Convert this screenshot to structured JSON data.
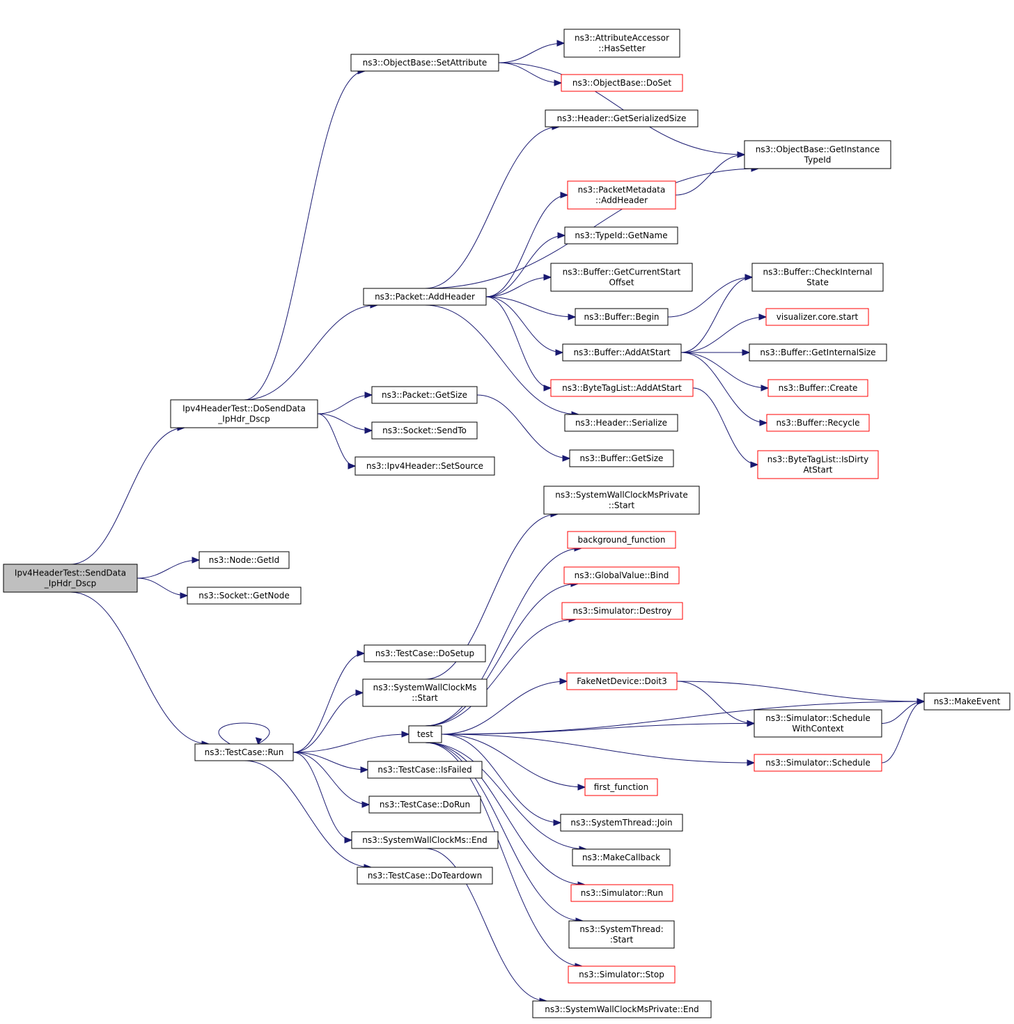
{
  "colors": {
    "edge": "#191970",
    "box": "#000000",
    "box_highlight": "#ff0000",
    "root_fill": "#bfbfbf"
  },
  "nodes": [
    {
      "id": "root",
      "lines": [
        "Ipv4HeaderTest::SendData",
        "_IpHdr_Dscp"
      ],
      "style": "root"
    },
    {
      "id": "dosend",
      "lines": [
        "Ipv4HeaderTest::DoSendData",
        "_IpHdr_Dscp"
      ],
      "style": "normal"
    },
    {
      "id": "getid",
      "lines": [
        "ns3::Node::GetId"
      ],
      "style": "normal"
    },
    {
      "id": "getnode",
      "lines": [
        "ns3::Socket::GetNode"
      ],
      "style": "normal"
    },
    {
      "id": "tcrun",
      "lines": [
        "ns3::TestCase::Run"
      ],
      "style": "normal"
    },
    {
      "id": "setattr",
      "lines": [
        "ns3::ObjectBase::SetAttribute"
      ],
      "style": "normal"
    },
    {
      "id": "pktadd",
      "lines": [
        "ns3::Packet::AddHeader"
      ],
      "style": "normal"
    },
    {
      "id": "pktsize",
      "lines": [
        "ns3::Packet::GetSize"
      ],
      "style": "normal"
    },
    {
      "id": "sendto",
      "lines": [
        "ns3::Socket::SendTo"
      ],
      "style": "normal"
    },
    {
      "id": "setsrc",
      "lines": [
        "ns3::Ipv4Header::SetSource"
      ],
      "style": "normal"
    },
    {
      "id": "dosetup",
      "lines": [
        "ns3::TestCase::DoSetup"
      ],
      "style": "normal"
    },
    {
      "id": "swcstart",
      "lines": [
        "ns3::SystemWallClockMs",
        "::Start"
      ],
      "style": "normal"
    },
    {
      "id": "test",
      "lines": [
        "test"
      ],
      "style": "normal"
    },
    {
      "id": "isfailed",
      "lines": [
        "ns3::TestCase::IsFailed"
      ],
      "style": "normal"
    },
    {
      "id": "dorun",
      "lines": [
        "ns3::TestCase::DoRun"
      ],
      "style": "normal"
    },
    {
      "id": "swcend",
      "lines": [
        "ns3::SystemWallClockMs::End"
      ],
      "style": "normal"
    },
    {
      "id": "doteardown",
      "lines": [
        "ns3::TestCase::DoTeardown"
      ],
      "style": "normal"
    },
    {
      "id": "hassetter",
      "lines": [
        "ns3::AttributeAccessor",
        "::HasSetter"
      ],
      "style": "normal"
    },
    {
      "id": "doset",
      "lines": [
        "ns3::ObjectBase::DoSet"
      ],
      "style": "red"
    },
    {
      "id": "hgetser",
      "lines": [
        "ns3::Header::GetSerializedSize"
      ],
      "style": "normal"
    },
    {
      "id": "getinst",
      "lines": [
        "ns3::ObjectBase::GetInstance",
        "TypeId"
      ],
      "style": "normal"
    },
    {
      "id": "pmadd",
      "lines": [
        "ns3::PacketMetadata",
        "::AddHeader"
      ],
      "style": "red"
    },
    {
      "id": "tidname",
      "lines": [
        "ns3::TypeId::GetName"
      ],
      "style": "normal"
    },
    {
      "id": "bufcso",
      "lines": [
        "ns3::Buffer::GetCurrentStart",
        "Offset"
      ],
      "style": "normal"
    },
    {
      "id": "bufchk",
      "lines": [
        "ns3::Buffer::CheckInternal",
        "State"
      ],
      "style": "normal"
    },
    {
      "id": "bufbegin",
      "lines": [
        "ns3::Buffer::Begin"
      ],
      "style": "normal"
    },
    {
      "id": "vizstart",
      "lines": [
        "visualizer.core.start"
      ],
      "style": "red"
    },
    {
      "id": "bufaas",
      "lines": [
        "ns3::Buffer::AddAtStart"
      ],
      "style": "normal"
    },
    {
      "id": "bufgis",
      "lines": [
        "ns3::Buffer::GetInternalSize"
      ],
      "style": "normal"
    },
    {
      "id": "btlaas",
      "lines": [
        "ns3::ByteTagList::AddAtStart"
      ],
      "style": "red"
    },
    {
      "id": "bufcreate",
      "lines": [
        "ns3::Buffer::Create"
      ],
      "style": "red"
    },
    {
      "id": "hser",
      "lines": [
        "ns3::Header::Serialize"
      ],
      "style": "normal"
    },
    {
      "id": "bufrecycle",
      "lines": [
        "ns3::Buffer::Recycle"
      ],
      "style": "red"
    },
    {
      "id": "bufgetsize",
      "lines": [
        "ns3::Buffer::GetSize"
      ],
      "style": "normal"
    },
    {
      "id": "btldirty",
      "lines": [
        "ns3::ByteTagList::IsDirty",
        "AtStart"
      ],
      "style": "red"
    },
    {
      "id": "swcpstart",
      "lines": [
        "ns3::SystemWallClockMsPrivate",
        "::Start"
      ],
      "style": "normal"
    },
    {
      "id": "bgfunc",
      "lines": [
        "background_function"
      ],
      "style": "red"
    },
    {
      "id": "gvbind",
      "lines": [
        "ns3::GlobalValue::Bind"
      ],
      "style": "red"
    },
    {
      "id": "simdestroy",
      "lines": [
        "ns3::Simulator::Destroy"
      ],
      "style": "red"
    },
    {
      "id": "fndoit3",
      "lines": [
        "FakeNetDevice::Doit3"
      ],
      "style": "red"
    },
    {
      "id": "makeevent",
      "lines": [
        "ns3::MakeEvent"
      ],
      "style": "normal"
    },
    {
      "id": "simschedctx",
      "lines": [
        "ns3::Simulator::Schedule",
        "WithContext"
      ],
      "style": "normal"
    },
    {
      "id": "simsched",
      "lines": [
        "ns3::Simulator::Schedule"
      ],
      "style": "red"
    },
    {
      "id": "firstfunc",
      "lines": [
        "first_function"
      ],
      "style": "red"
    },
    {
      "id": "stjoin",
      "lines": [
        "ns3::SystemThread::Join"
      ],
      "style": "normal"
    },
    {
      "id": "makecb",
      "lines": [
        "ns3::MakeCallback"
      ],
      "style": "normal"
    },
    {
      "id": "simrun",
      "lines": [
        "ns3::Simulator::Run"
      ],
      "style": "red"
    },
    {
      "id": "ststart",
      "lines": [
        "ns3::SystemThread:",
        ":Start"
      ],
      "style": "normal"
    },
    {
      "id": "simstop",
      "lines": [
        "ns3::Simulator::Stop"
      ],
      "style": "red"
    },
    {
      "id": "swcpend",
      "lines": [
        "ns3::SystemWallClockMsPrivate::End"
      ],
      "style": "normal"
    }
  ],
  "edges": [
    [
      "root",
      "dosend"
    ],
    [
      "root",
      "getid"
    ],
    [
      "root",
      "getnode"
    ],
    [
      "root",
      "tcrun"
    ],
    [
      "dosend",
      "setattr"
    ],
    [
      "dosend",
      "pktadd"
    ],
    [
      "dosend",
      "pktsize"
    ],
    [
      "dosend",
      "sendto"
    ],
    [
      "dosend",
      "setsrc"
    ],
    [
      "setattr",
      "getinst"
    ],
    [
      "setattr",
      "hassetter"
    ],
    [
      "setattr",
      "doset"
    ],
    [
      "pktadd",
      "hgetser"
    ],
    [
      "pktadd",
      "getinst"
    ],
    [
      "pktadd",
      "pmadd"
    ],
    [
      "pktadd",
      "tidname"
    ],
    [
      "pktadd",
      "bufcso"
    ],
    [
      "pktadd",
      "bufbegin"
    ],
    [
      "pktadd",
      "bufaas"
    ],
    [
      "pktadd",
      "btlaas"
    ],
    [
      "pktadd",
      "hser"
    ],
    [
      "pmadd",
      "getinst"
    ],
    [
      "bufbegin",
      "bufchk"
    ],
    [
      "bufaas",
      "bufchk"
    ],
    [
      "bufaas",
      "vizstart"
    ],
    [
      "bufaas",
      "bufgis"
    ],
    [
      "bufaas",
      "bufcreate"
    ],
    [
      "bufaas",
      "bufrecycle"
    ],
    [
      "btlaas",
      "btldirty"
    ],
    [
      "pktsize",
      "bufgetsize"
    ],
    [
      "tcrun",
      "tcrun"
    ],
    [
      "tcrun",
      "dosetup"
    ],
    [
      "tcrun",
      "swcstart"
    ],
    [
      "tcrun",
      "test"
    ],
    [
      "tcrun",
      "isfailed"
    ],
    [
      "tcrun",
      "dorun"
    ],
    [
      "tcrun",
      "swcend"
    ],
    [
      "tcrun",
      "doteardown"
    ],
    [
      "swcstart",
      "swcpstart"
    ],
    [
      "swcend",
      "swcpend"
    ],
    [
      "test",
      "bgfunc"
    ],
    [
      "test",
      "gvbind"
    ],
    [
      "test",
      "simdestroy"
    ],
    [
      "test",
      "makeevent"
    ],
    [
      "test",
      "fndoit3"
    ],
    [
      "test",
      "simschedctx"
    ],
    [
      "test",
      "simsched"
    ],
    [
      "test",
      "firstfunc"
    ],
    [
      "test",
      "stjoin"
    ],
    [
      "test",
      "makecb"
    ],
    [
      "test",
      "simrun"
    ],
    [
      "test",
      "ststart"
    ],
    [
      "test",
      "simstop"
    ],
    [
      "fndoit3",
      "makeevent"
    ],
    [
      "fndoit3",
      "simschedctx"
    ],
    [
      "simschedctx",
      "makeevent"
    ],
    [
      "simsched",
      "makeevent"
    ]
  ]
}
